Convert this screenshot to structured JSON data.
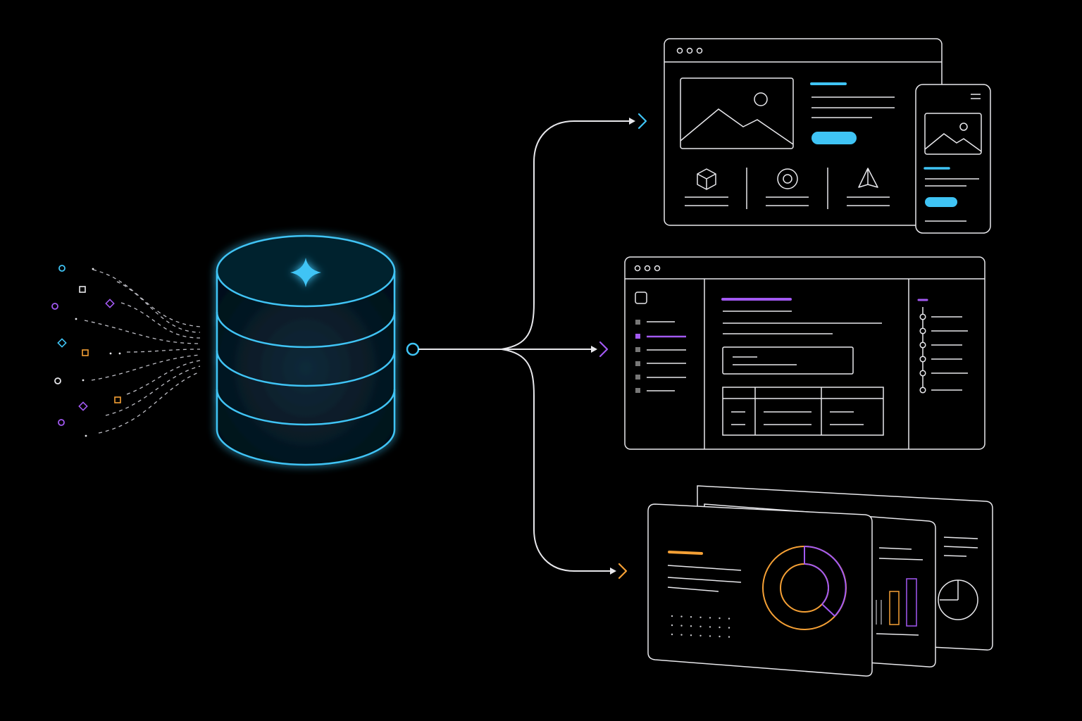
{
  "colors": {
    "background": "#000000",
    "line": "#e8e8ec",
    "cyan": "#3fc4f5",
    "purple": "#a259f2",
    "orange": "#f5a035",
    "muted": "#9a9aa0"
  },
  "icons": {
    "database": "database-icon",
    "sparkle": "sparkle-icon",
    "image": "image-placeholder-icon",
    "cube": "cube-icon",
    "target": "target-icon",
    "pyramid": "pyramid-icon",
    "donut": "donut-chart-icon",
    "bar": "bar-chart-icon",
    "pie": "pie-chart-icon"
  },
  "particles": [
    {
      "shape": "circle",
      "color": "cyan"
    },
    {
      "shape": "dot",
      "color": "line"
    },
    {
      "shape": "square",
      "color": "line"
    },
    {
      "shape": "circle",
      "color": "purple"
    },
    {
      "shape": "diamond",
      "color": "purple"
    },
    {
      "shape": "dot",
      "color": "line"
    },
    {
      "shape": "diamond",
      "color": "cyan"
    },
    {
      "shape": "square",
      "color": "orange"
    },
    {
      "shape": "dot",
      "color": "line"
    },
    {
      "shape": "dot",
      "color": "line"
    },
    {
      "shape": "circle",
      "color": "line"
    },
    {
      "shape": "dot",
      "color": "line"
    },
    {
      "shape": "square",
      "color": "orange"
    },
    {
      "shape": "diamond",
      "color": "purple"
    },
    {
      "shape": "circle",
      "color": "purple"
    },
    {
      "shape": "dot",
      "color": "line"
    }
  ],
  "outputs": [
    {
      "name": "website-and-mobile",
      "accent": "cyan"
    },
    {
      "name": "admin-dashboard",
      "accent": "purple"
    },
    {
      "name": "analytics-reports",
      "accent": "orange"
    }
  ]
}
